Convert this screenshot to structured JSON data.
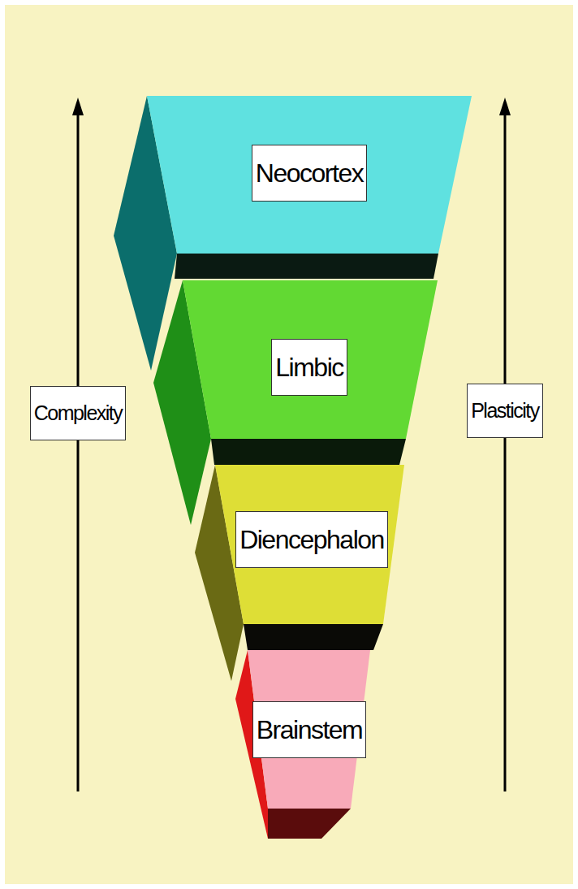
{
  "diagram": {
    "nodes": [
      {
        "text": [
          "Neocortex"
        ]
      },
      {
        "text": [
          "Limbic"
        ]
      },
      {
        "text": [
          "Diencephalon"
        ]
      },
      {
        "text": [
          "Brainstem"
        ]
      },
      {
        "text": [
          "Complexity"
        ]
      },
      {
        "text": [
          "Plasticity"
        ]
      }
    ]
  }
}
